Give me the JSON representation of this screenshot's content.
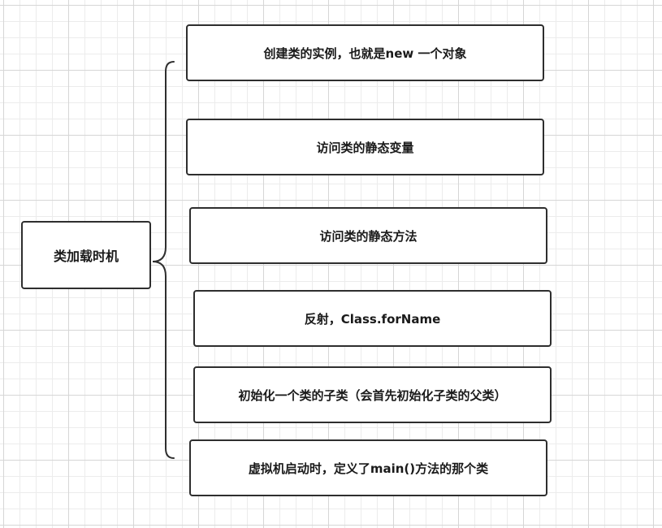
{
  "root": {
    "label": "类加载时机"
  },
  "children": [
    {
      "label": "创建类的实例，也就是new 一个对象"
    },
    {
      "label": "访问类的静态变量"
    },
    {
      "label": "访问类的静态方法"
    },
    {
      "label": "反射，Class.forName"
    },
    {
      "label": "初始化一个类的子类（会首先初始化子类的父类）"
    },
    {
      "label": "虚拟机启动时，定义了main()方法的那个类"
    }
  ],
  "colors": {
    "border": "#2e2e2e",
    "text": "#1a1a1a",
    "grid": "#d6d6d6"
  }
}
